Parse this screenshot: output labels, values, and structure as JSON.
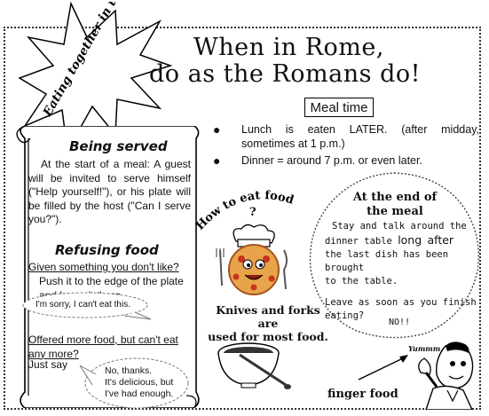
{
  "badge": {
    "text": "Eating together in the West"
  },
  "title": {
    "line1": "When in Rome,",
    "line2": "do as the Romans do!"
  },
  "meal_time": {
    "label": "Meal time",
    "items": [
      "Lunch is eaten LATER. (after midday, sometimes at 1 p.m.)",
      "Dinner = around 7 p.m. or even later."
    ]
  },
  "being_served": {
    "heading": "Being served",
    "body": "At the start of a meal: A guest will be invited to serve himself (\"Help yourself!\"), or his plate will be filled by the host (\"Can I serve you?\")."
  },
  "refusing": {
    "heading": "Refusing food",
    "q1": "Given something you don't like?",
    "a1": "Push it to the edge of the plate and leave it there.",
    "bubble1": "I'm sorry, I can't eat this.",
    "q2": "Offered more food, but can't eat any more?",
    "a2": "Just say",
    "bubble2_line1": "No, thanks.",
    "bubble2_line2": "It's delicious, but",
    "bubble2_line3": "I've had enough."
  },
  "how_to": {
    "text": "How to eat food",
    "question": "?",
    "knives_line1": "Knives and forks are",
    "knives_line2": "used for most food."
  },
  "end_meal": {
    "heading_line1": "At the end of",
    "heading_line2": "the meal",
    "p1_line1": "Stay and talk around the",
    "p1_line2a": "dinner table",
    "p1_long": "long",
    "p1_after": "after",
    "p1_line3": "the last dish has been brought",
    "p1_line4": "to the table.",
    "p2_line1": "Leave as soon as you finish",
    "p2_line2": "eating?",
    "no": "NO!!"
  },
  "finger_food": {
    "yummm": "Yummm...",
    "label": "finger food"
  }
}
